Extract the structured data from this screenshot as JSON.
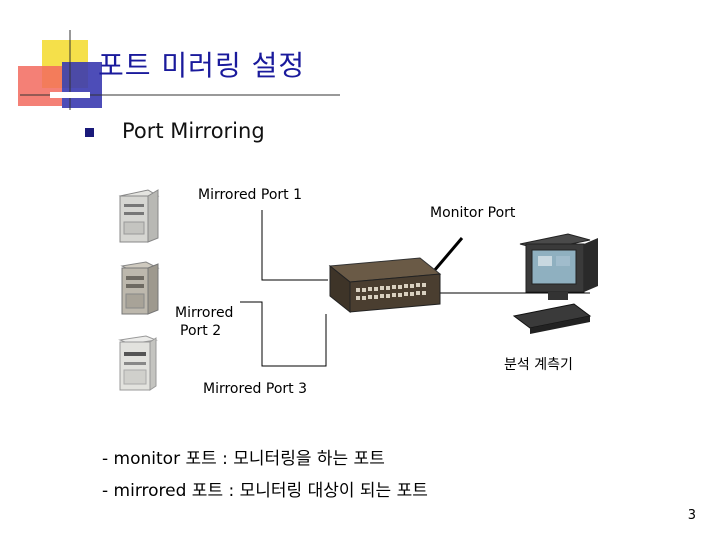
{
  "slide": {
    "title": "포트 미러링 설정",
    "subtitle": "Port Mirroring",
    "page_number": "3"
  },
  "diagram": {
    "label_port1": "Mirrored Port 1",
    "label_port2_line1": "Mirrored",
    "label_port2_line2": "Port 2",
    "label_port3": "Mirrored Port 3",
    "label_monitor": "Monitor Port",
    "label_analyzer": "분석 계측기"
  },
  "notes": [
    "- monitor 포트 : 모니터링을 하는 포트",
    "- mirrored 포트 : 모니터링 대상이 되는 포트"
  ],
  "colors": {
    "title": "#1a1a9c",
    "deco_yellow": "#f5e04a",
    "deco_red": "#e8321e",
    "deco_blue": "#2a2aa0"
  }
}
